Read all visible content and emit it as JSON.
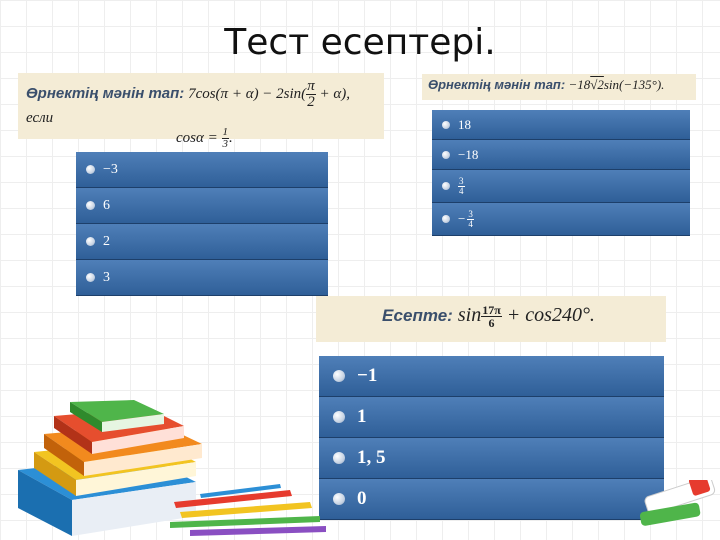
{
  "slide": {
    "title": "Тест есептері."
  },
  "q1": {
    "label": "Өрнектің мәнін тап:",
    "expr_line1": "7cos(π + α) − 2sin(",
    "frac_num": "π",
    "frac_den": "2",
    "expr_line1_end": " + α), если",
    "cond_prefix": "cosα = ",
    "cond_num": "1",
    "cond_den": "3",
    "cond_suffix": ".",
    "answers": [
      "−3",
      "6",
      "2",
      "3"
    ]
  },
  "q2": {
    "label": "Өрнектің мәнін тап:",
    "expr_pre": "−18",
    "expr_sqrt": "√2",
    "expr_post": "sin(−135°).",
    "answers": [
      "18",
      "−18"
    ],
    "frac_answer_num": "3",
    "frac_answer_den": "4",
    "neg_sign": "−"
  },
  "q3": {
    "label": "Есепте:",
    "sin_txt": "sin",
    "frac_num": "17π",
    "frac_den": "6",
    "rest": " + cos240°.",
    "answers": [
      "−1",
      "1",
      "1, 5",
      "0"
    ]
  },
  "colors": {
    "answer_bar": "#3f6fa8",
    "prompt_bg": "#f4ecd6",
    "label_color": "#3a4f6c"
  }
}
